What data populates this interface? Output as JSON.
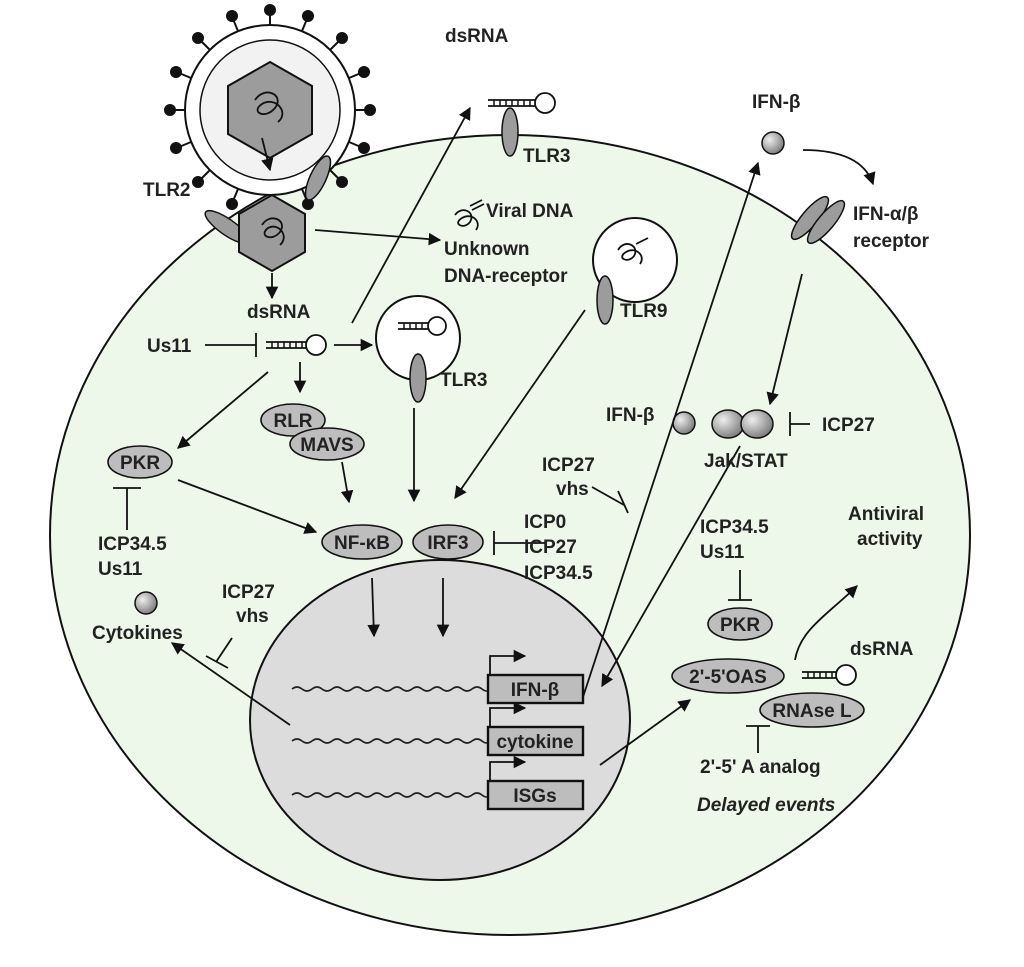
{
  "labels": {
    "dsrna_top": "dsRNA",
    "tlr3_top": "TLR3",
    "tlr2": "TLR2",
    "viral_dna": "Viral DNA",
    "unknown_receptor_1": "Unknown",
    "unknown_receptor_2": "DNA-receptor",
    "tlr9": "TLR9",
    "dsrna_mid": "dsRNA",
    "us11_left": "Us11",
    "tlr3_mid": "TLR3",
    "ifnb_top": "IFN-β",
    "ifn_receptor_1": "IFN-α/β",
    "ifn_receptor_2": "receptor",
    "rlr": "RLR",
    "mavs": "MAVS",
    "pkr_left": "PKR",
    "icp345_left": "ICP34.5",
    "us11_pkr": "Us11",
    "nfkb": "NF-κB",
    "irf3": "IRF3",
    "icp0": "ICP0",
    "icp27_irf": "ICP27",
    "icp345_irf": "ICP34.5",
    "icp27_mid": "ICP27",
    "vhs_mid": "vhs",
    "ifnb_mid": "IFN-β",
    "jakstat": "Jak/STAT",
    "icp27_right": "ICP27",
    "icp345_right": "ICP34.5",
    "us11_right": "Us11",
    "antiviral_1": "Antiviral",
    "antiviral_2": "activity",
    "pkr_right": "PKR",
    "oas": "2'-5'OAS",
    "dsrna_right": "dsRNA",
    "rnase": "RNAse L",
    "analog": "2'-5' A analog",
    "delayed": "Delayed events",
    "icp27_cyt": "ICP27",
    "vhs_cyt": "vhs",
    "cytokines": "Cytokines",
    "gene_ifnb": "IFN-β",
    "gene_cytokine": "cytokine",
    "gene_isgs": "ISGs"
  },
  "colors": {
    "cell_fill": "#eef8ea",
    "nucleus_fill": "#dcdcdc",
    "protein_fill": "#bdbdbd",
    "outline": "#111111"
  }
}
